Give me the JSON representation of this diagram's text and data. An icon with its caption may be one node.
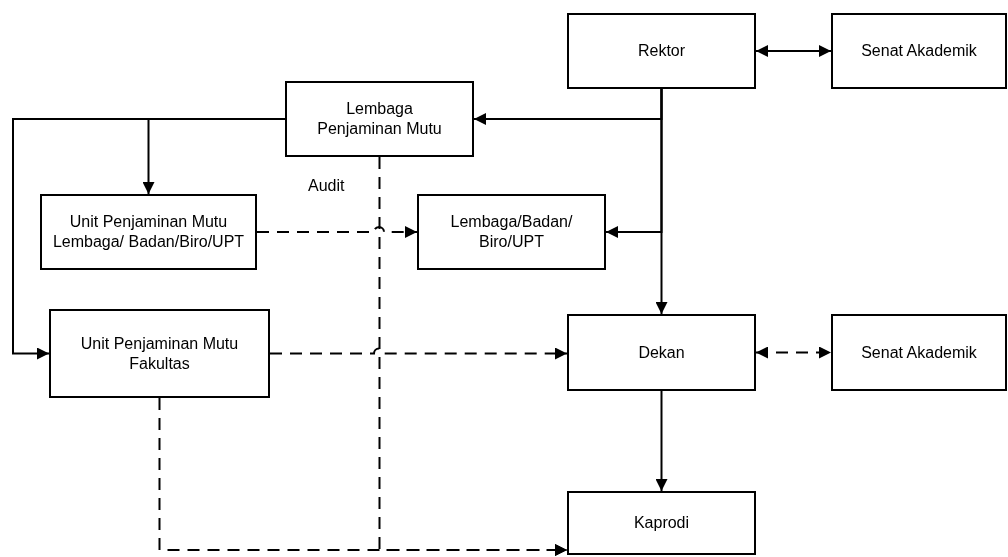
{
  "diagram": {
    "nodes": [
      {
        "text": [
          "Rektor"
        ]
      },
      {
        "text": [
          "Senat Akademik"
        ]
      },
      {
        "text": [
          "Lembaga Penjaminan Mutu"
        ]
      },
      {
        "text": [
          "Unit Penjaminan Mutu Lembaga/ Badan/Biro/UPT"
        ]
      },
      {
        "text": [
          "Lembaga/Badan/ Biro/UPT"
        ]
      },
      {
        "text": [
          "Unit Penjaminan Mutu Fakultas"
        ]
      },
      {
        "text": [
          "Dekan"
        ]
      },
      {
        "text": [
          "Senat Akademik"
        ]
      },
      {
        "text": [
          "Kaprodi"
        ]
      }
    ],
    "edges": [
      {
        "from": 0,
        "to": 1,
        "arrow": "both"
      },
      {
        "from": 0,
        "to": 2,
        "arrow": "to"
      },
      {
        "from": 0,
        "to": 4,
        "arrow": "to"
      },
      {
        "from": 0,
        "to": 6,
        "arrow": "to"
      },
      {
        "from": 2,
        "to": 3,
        "arrow": "to"
      },
      {
        "from": 2,
        "to": 5,
        "arrow": "to"
      },
      {
        "from": 3,
        "to": 4,
        "arrow": "to",
        "style": "dashed"
      },
      {
        "from": 5,
        "to": 6,
        "arrow": "to",
        "style": "dashed"
      },
      {
        "from": 2,
        "to": 8,
        "arrow": "to",
        "style": "dashed",
        "label": "Audit"
      },
      {
        "from": 5,
        "to": 8,
        "arrow": "to",
        "style": "dashed"
      },
      {
        "from": 6,
        "to": 7,
        "arrow": "both",
        "style": "dashed"
      },
      {
        "from": 6,
        "to": 8,
        "arrow": "to"
      }
    ]
  }
}
